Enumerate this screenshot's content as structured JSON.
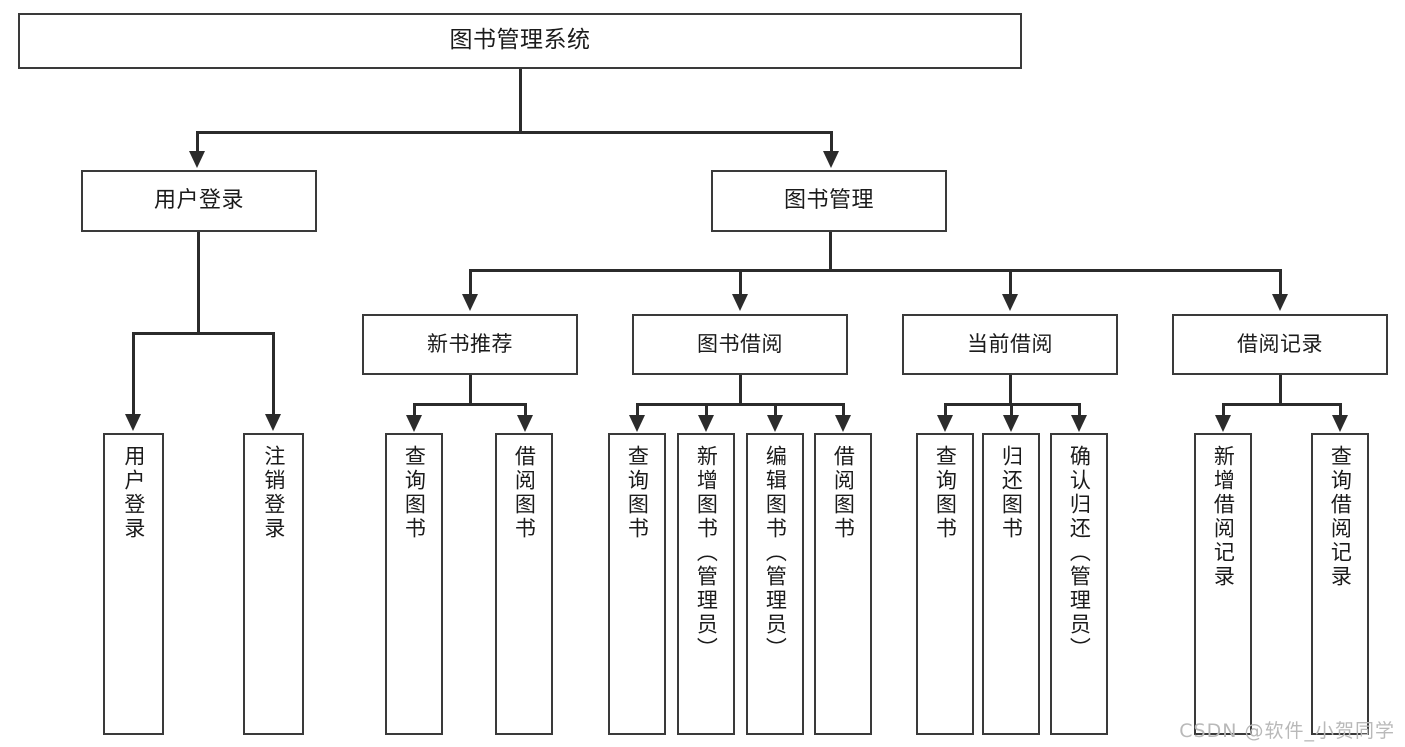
{
  "diagram": {
    "title": "图书管理系统",
    "type": "tree-hierarchy",
    "root": {
      "label": "图书管理系统"
    },
    "level2": [
      {
        "label": "用户登录"
      },
      {
        "label": "图书管理"
      }
    ],
    "level3": [
      {
        "label": "新书推荐"
      },
      {
        "label": "图书借阅"
      },
      {
        "label": "当前借阅"
      },
      {
        "label": "借阅记录"
      }
    ],
    "leaves": {
      "user_login": [
        {
          "label": "用户登录"
        },
        {
          "label": "注销登录"
        }
      ],
      "new_book_recommend": [
        {
          "label": "查询图书"
        },
        {
          "label": "借阅图书"
        }
      ],
      "book_borrow": [
        {
          "label": "查询图书"
        },
        {
          "label": "新增图书（管理员）"
        },
        {
          "label": "编辑图书（管理员）"
        },
        {
          "label": "借阅图书"
        }
      ],
      "current_borrow": [
        {
          "label": "查询图书"
        },
        {
          "label": "归还图书"
        },
        {
          "label": "确认归还（管理员）"
        }
      ],
      "borrow_record": [
        {
          "label": "新增借阅记录"
        },
        {
          "label": "查询借阅记录"
        }
      ]
    }
  },
  "watermark": {
    "text": "CSDN @软件_小贺同学"
  },
  "colors": {
    "box_border": "#3a3a3a",
    "line": "#2b2b2b",
    "text": "#1b1b1b",
    "background": "#ffffff",
    "watermark": "#b9b9b9"
  }
}
